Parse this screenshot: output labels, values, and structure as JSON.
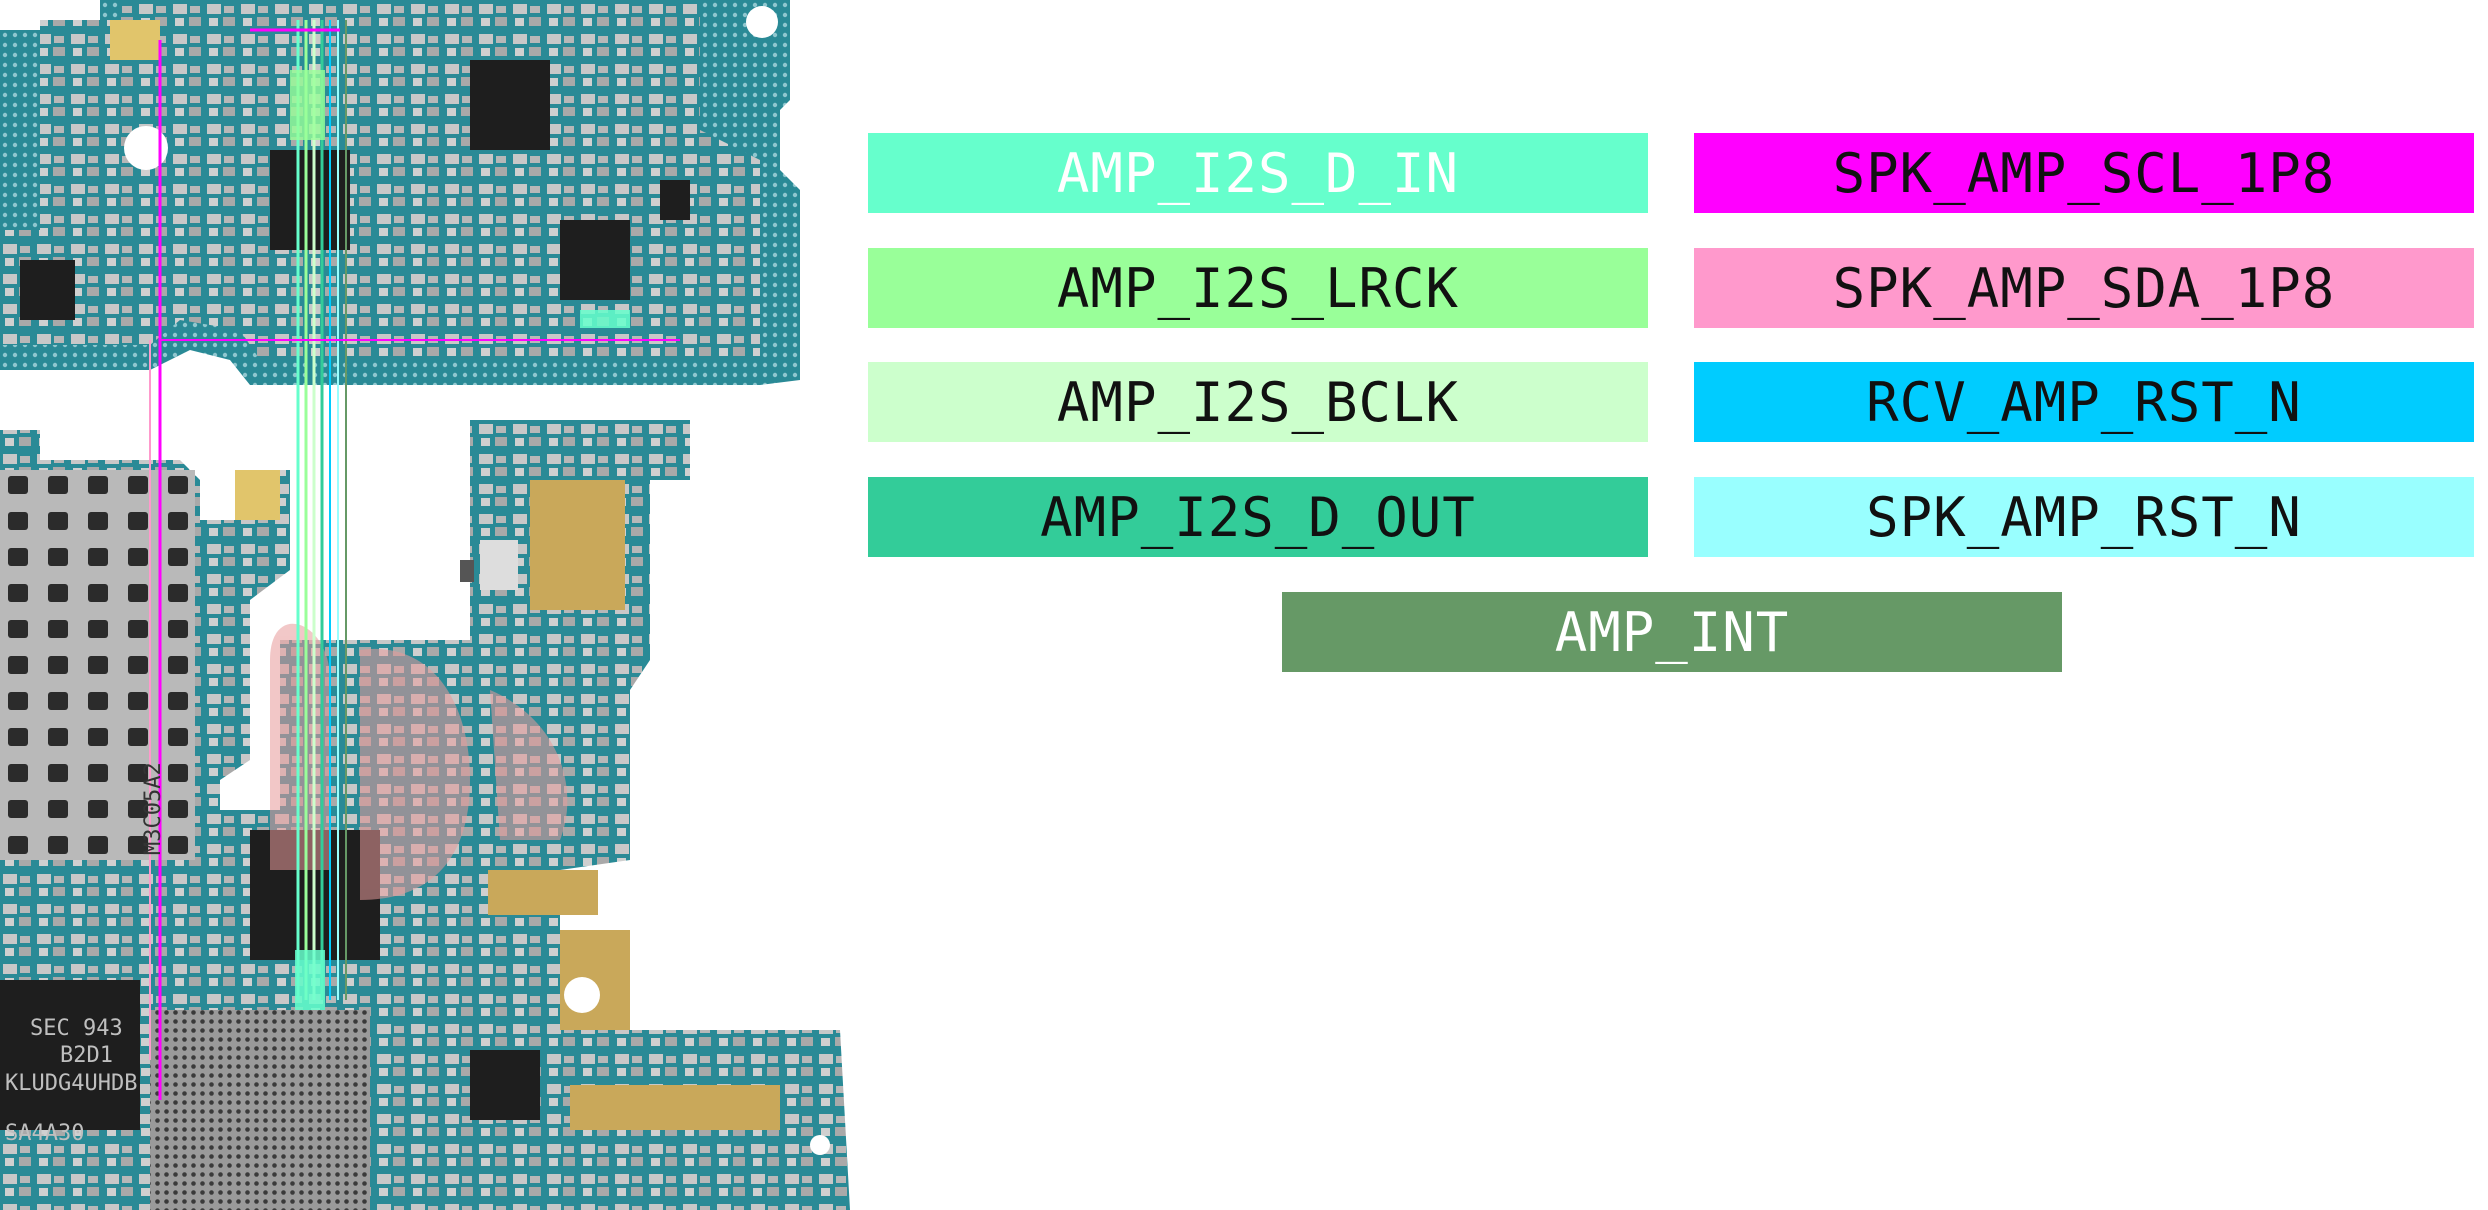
{
  "legend": {
    "items": [
      {
        "label": "AMP_I2S_D_IN",
        "bg": "#66FFCC",
        "fg": "#FFFFFF"
      },
      {
        "label": "AMP_I2S_LRCK",
        "bg": "#99FF99",
        "fg": "#111111"
      },
      {
        "label": "AMP_I2S_BCLK",
        "bg": "#CCFFCC",
        "fg": "#111111"
      },
      {
        "label": "AMP_I2S_D_OUT",
        "bg": "#33CC99",
        "fg": "#111111"
      },
      {
        "label": "SPK_AMP_SCL_1P8",
        "bg": "#FF00FF",
        "fg": "#111111"
      },
      {
        "label": "SPK_AMP_SDA_1P8",
        "bg": "#FF99CC",
        "fg": "#111111"
      },
      {
        "label": "RCV_AMP_RST_N",
        "bg": "#00CCFF",
        "fg": "#111111"
      },
      {
        "label": "SPK_AMP_RST_N",
        "bg": "#99FFFF",
        "fg": "#111111"
      },
      {
        "label": "AMP_INT",
        "bg": "#669966",
        "fg": "#FFFFFF"
      }
    ]
  },
  "board": {
    "chip_labels": [
      {
        "text": "SEC 943"
      },
      {
        "text": "B2D1"
      },
      {
        "text": "KLUDG4UHDB"
      },
      {
        "text": "SA4A30"
      },
      {
        "text": "M3C05A2"
      }
    ],
    "colors": {
      "pcb": "#2A8A96",
      "pcb_dark": "#1D6A75",
      "component": "#C8C8C8",
      "chip": "#1E1E1E",
      "gold": "#C9A85A",
      "watermark": "#E89A9A",
      "trace_magenta": "#FF00FF",
      "trace_green": "#66FFCC",
      "trace_lightgreen": "#99FF99",
      "trace_cyan": "#00CCFF"
    }
  }
}
